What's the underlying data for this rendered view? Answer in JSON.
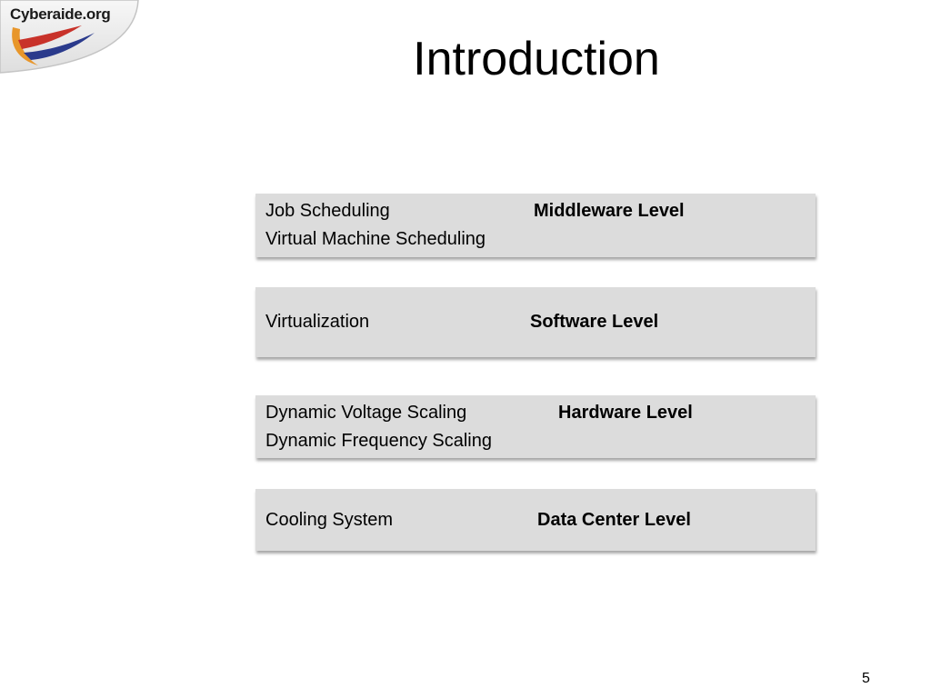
{
  "logo": {
    "text": "Cyberaide.org",
    "colors": {
      "orange": "#e8962a",
      "red": "#c8322a",
      "blue": "#2a3a8c",
      "badge": "#ececec"
    }
  },
  "title": "Introduction",
  "boxes": [
    {
      "lines": [
        "Job Scheduling",
        "Virtual Machine Scheduling"
      ],
      "level": "Middleware Level"
    },
    {
      "lines": [
        "Virtualization"
      ],
      "level": "Software Level"
    },
    {
      "lines": [
        "Dynamic Voltage Scaling",
        "Dynamic Frequency Scaling"
      ],
      "level": "Hardware Level"
    },
    {
      "lines": [
        "Cooling System"
      ],
      "level": "Data Center Level"
    }
  ],
  "page_number": "5",
  "colors": {
    "box_background": "#dcdcdc",
    "text": "#000000"
  }
}
